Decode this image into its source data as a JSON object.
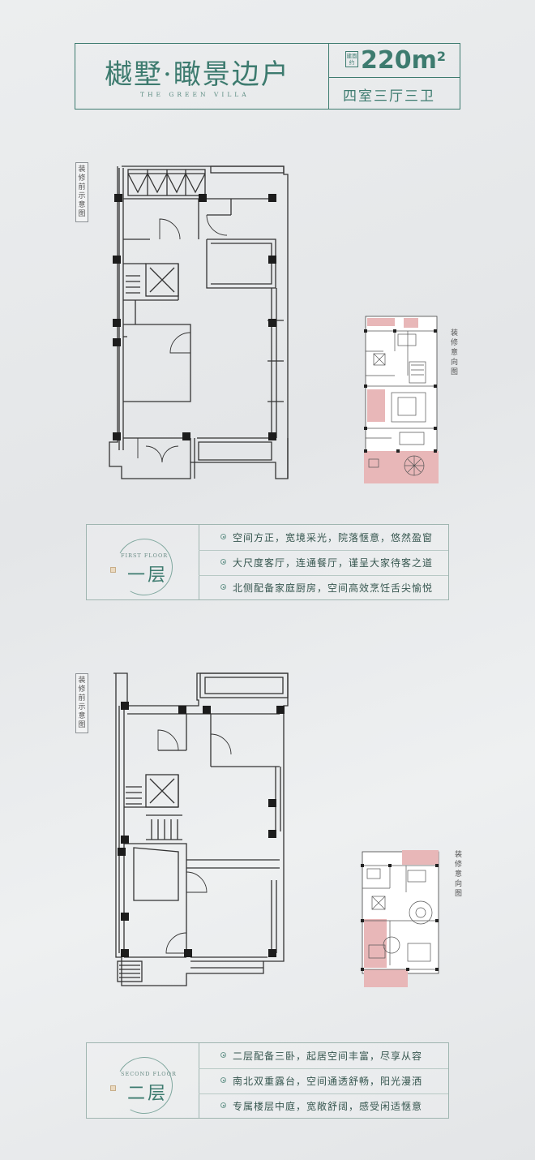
{
  "header": {
    "title": "樾墅·瞰景边户",
    "subtitle_en": "THE GREEN VILLA",
    "area_label": "建面约",
    "area_value": "220m",
    "area_unit_sup": "2",
    "layout": "四室三厅三卫"
  },
  "labels": {
    "before_reno_1": "装修前示意图",
    "after_reno_1": "装修意向图",
    "before_reno_2": "装修前示意图",
    "after_reno_2": "装修意向图"
  },
  "floor1": {
    "en": "FIRST FLOOR",
    "cn": "一层",
    "points": [
      "空间方正，宽境采光，院落惬意，悠然盈窗",
      "大尺度客厅，连通餐厅，谨呈大家待客之道",
      "北侧配备家庭厨房，空间高效烹饪舌尖愉悦"
    ]
  },
  "floor2": {
    "en": "SECOND FLOOR",
    "cn": "二层",
    "points": [
      "二层配备三卧，起居空间丰富，尽享从容",
      "南北双重露台，空间通透舒畅，阳光漫洒",
      "专属楼层中庭，宽敞舒阔，感受闲适惬意"
    ]
  },
  "colors": {
    "accent": "#3d7b6f",
    "wall": "#222222",
    "highlight": "#e8b7b8"
  }
}
